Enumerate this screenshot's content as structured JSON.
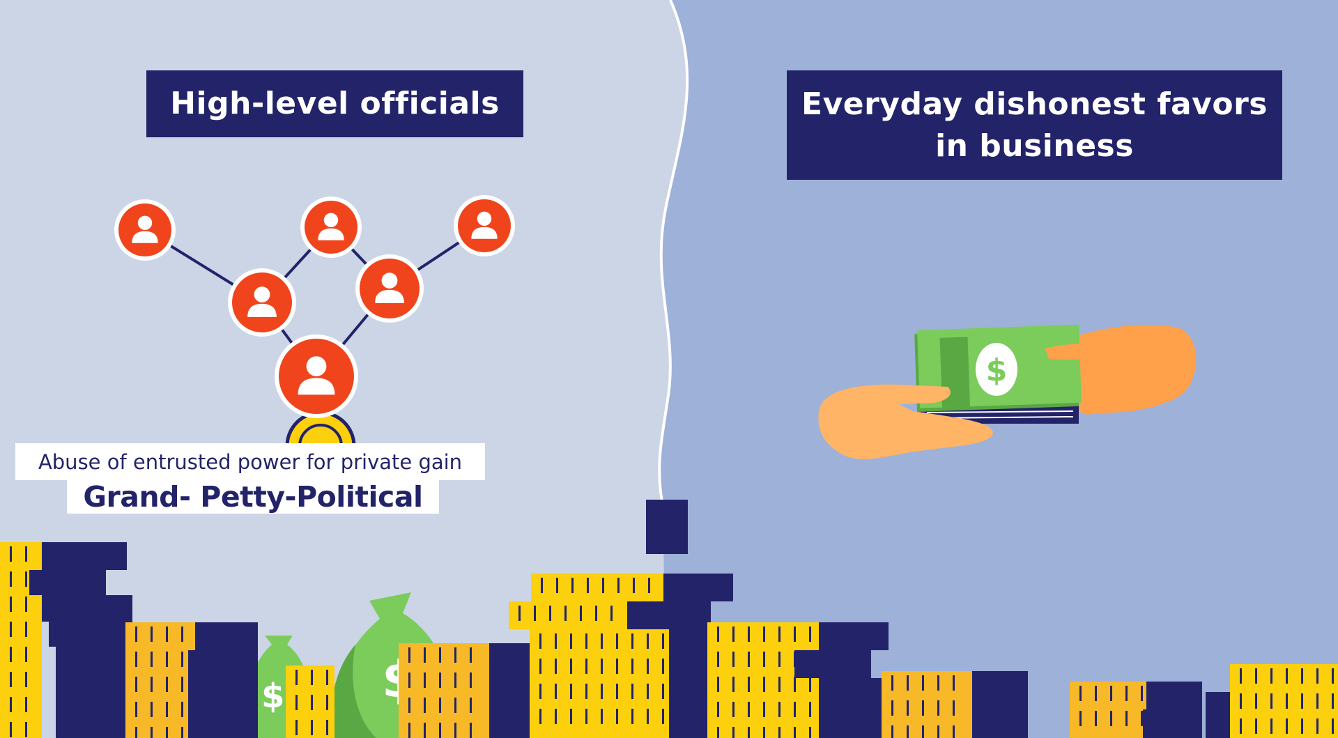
{
  "titles": {
    "left": "High-level officials",
    "right_line1": "Everyday dishonest favors",
    "right_line2": "in business"
  },
  "captions": {
    "definition": "Abuse of entrusted power for private gain",
    "types": "Grand- Petty-Political"
  },
  "colors": {
    "bg_left": "#cbd5e6",
    "bg_right": "#9eb1d8",
    "navy": "#23236a",
    "node_orange": "#f0451c",
    "coin_yellow": "#fcd00c",
    "coin_orange": "#f8b928",
    "money_green": "#7ccc5c",
    "hand": "#ffb466"
  },
  "icons": {
    "network_nodes": "person-icon",
    "money": "dollar-bill-icon",
    "bag": "money-bag-icon"
  }
}
